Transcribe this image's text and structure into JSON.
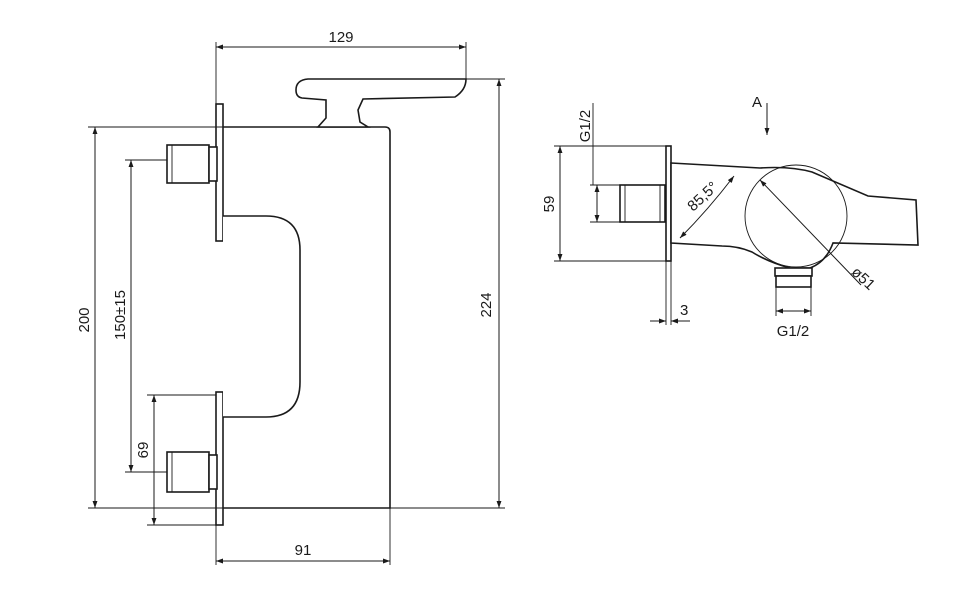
{
  "front_view": {
    "dim_width_top": "129",
    "dim_width_bottom": "91",
    "dim_height_total": "224",
    "dim_height_body": "200",
    "dim_centres": "150±15",
    "dim_inlet_offset": "69"
  },
  "side_view": {
    "view_marker": "A",
    "inlet_thread": "G1/2",
    "outlet_thread": "G1/2",
    "dim_inlet_height": "59",
    "dim_wall_plate": "3",
    "dim_angle": "85,5°",
    "dim_diameter": "ø51"
  },
  "colors": {
    "line": "#1a1a1a",
    "background": "#ffffff"
  }
}
